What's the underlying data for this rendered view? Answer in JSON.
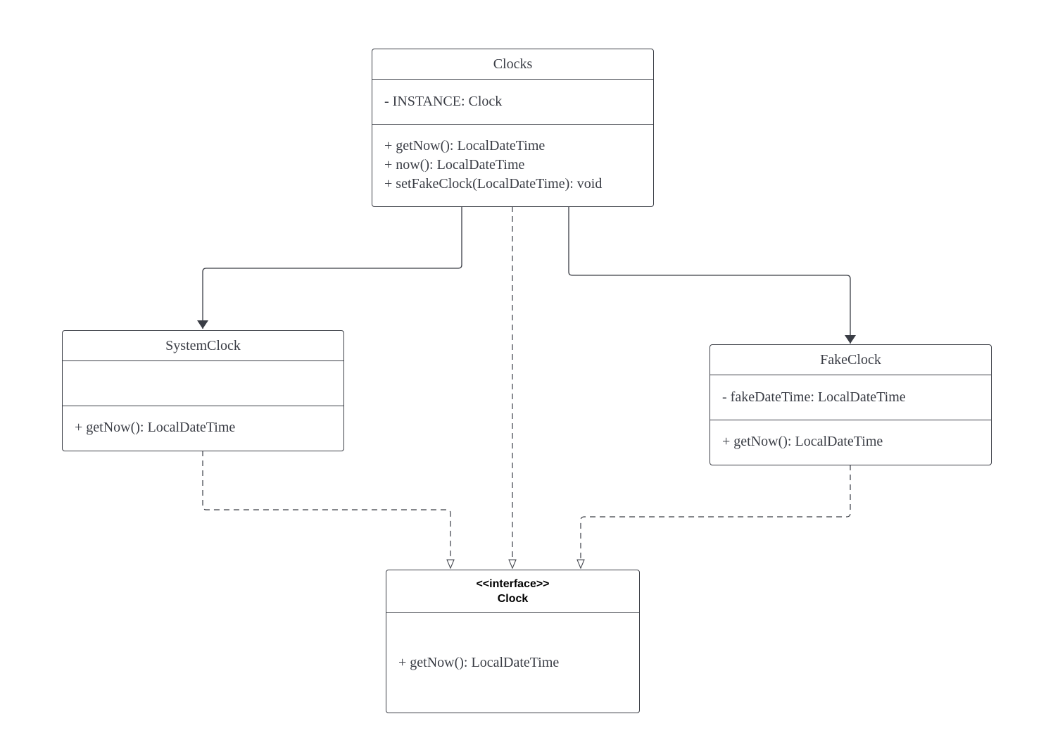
{
  "diagram": {
    "colors": {
      "line": "#3a3d45",
      "background": "#ffffff"
    },
    "classes": {
      "clocks": {
        "name": "Clocks",
        "attributes": [
          "- INSTANCE: Clock"
        ],
        "operations": [
          "+ getNow(): LocalDateTime",
          "+ now(): LocalDateTime",
          "+ setFakeClock(LocalDateTime): void"
        ]
      },
      "system_clock": {
        "name": "SystemClock",
        "attributes": [],
        "operations": [
          "+ getNow(): LocalDateTime"
        ]
      },
      "fake_clock": {
        "name": "FakeClock",
        "attributes": [
          "- fakeDateTime: LocalDateTime"
        ],
        "operations": [
          "+ getNow(): LocalDateTime"
        ]
      },
      "clock_interface": {
        "stereotype": "<<interface>>",
        "name": "Clock",
        "operations": [
          "+ getNow(): LocalDateTime"
        ]
      }
    },
    "relationships": [
      {
        "from": "Clocks",
        "to": "SystemClock",
        "type": "association",
        "style": "solid",
        "arrowhead": "filled"
      },
      {
        "from": "Clocks",
        "to": "FakeClock",
        "type": "association",
        "style": "solid",
        "arrowhead": "filled"
      },
      {
        "from": "Clocks",
        "to": "Clock",
        "type": "dependency",
        "style": "dashed",
        "arrowhead": "hollow"
      },
      {
        "from": "SystemClock",
        "to": "Clock",
        "type": "realization",
        "style": "dashed",
        "arrowhead": "hollow"
      },
      {
        "from": "FakeClock",
        "to": "Clock",
        "type": "realization",
        "style": "dashed",
        "arrowhead": "hollow"
      }
    ]
  }
}
